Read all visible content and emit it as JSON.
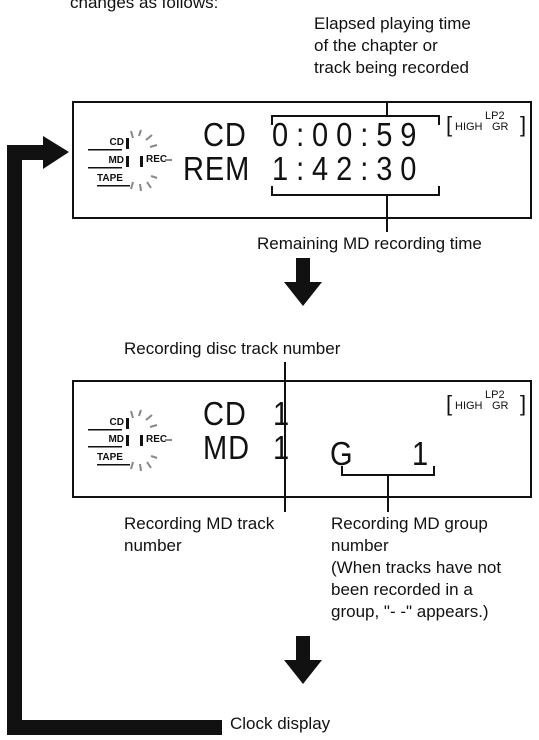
{
  "intro_text": "changes as follows:",
  "callouts": {
    "elapsed": [
      "Elapsed playing time",
      "of the chapter or",
      "track being recorded"
    ],
    "remaining": "Remaining MD recording time",
    "disc_track": "Recording disc track number",
    "md_track": [
      "Recording MD track",
      "number"
    ],
    "md_group": [
      "Recording MD group",
      "number",
      "(When tracks have not",
      "been recorded in a",
      "group, \"- -\" appears.)"
    ],
    "clock": "Clock display"
  },
  "display1": {
    "sources": [
      "CD",
      "MD",
      "TAPE"
    ],
    "rec_label": "REC",
    "row1_label": "CD",
    "row1_value": "0:00:59",
    "row2_label": "REM",
    "row2_value": "1:42:30",
    "mode_top": "LP2",
    "mode_left": "HIGH",
    "mode_right": "GR"
  },
  "display2": {
    "sources": [
      "CD",
      "MD",
      "TAPE"
    ],
    "rec_label": "REC",
    "row1_label": "CD",
    "row1_value": "1",
    "row2_label": "MD",
    "row2_value": "1",
    "group_label": "G",
    "group_value": "1",
    "mode_top": "LP2",
    "mode_left": "HIGH",
    "mode_right": "GR"
  }
}
